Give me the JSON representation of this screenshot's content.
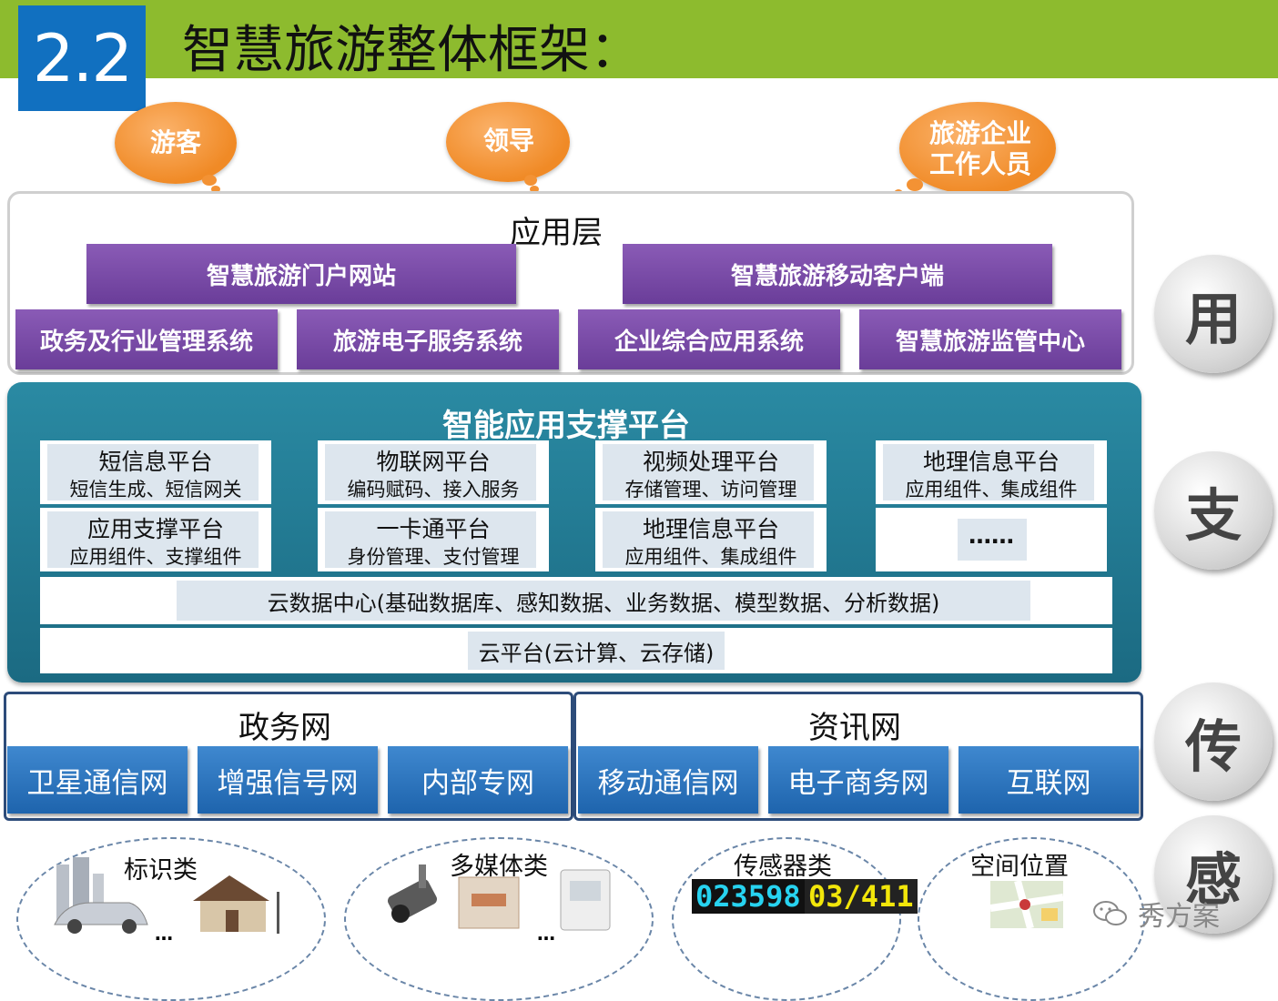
{
  "header": {
    "number": "2.2",
    "title": "智慧旅游整体框架："
  },
  "users": [
    {
      "line1": "游客",
      "line2": ""
    },
    {
      "line1": "领导",
      "line2": ""
    },
    {
      "line1": "旅游企业",
      "line2": "工作人员"
    }
  ],
  "application_layer": {
    "title": "应用层",
    "top_boxes": [
      "智慧旅游门户网站",
      "智慧旅游移动客户端"
    ],
    "bottom_boxes": [
      "政务及行业管理系统",
      "旅游电子服务系统",
      "企业综合应用系统",
      "智慧旅游监管中心"
    ]
  },
  "support_layer": {
    "title": "智能应用支撑平台",
    "cells": [
      {
        "title": "短信息平台",
        "sub": "短信生成、短信网关"
      },
      {
        "title": "物联网平台",
        "sub": "编码赋码、接入服务"
      },
      {
        "title": "视频处理平台",
        "sub": "存储管理、访问管理"
      },
      {
        "title": "地理信息平台",
        "sub": "应用组件、集成组件"
      },
      {
        "title": "应用支撑平台",
        "sub": "应用组件、支撑组件"
      },
      {
        "title": "一卡通平台",
        "sub": "身份管理、支付管理"
      },
      {
        "title": "地理信息平台",
        "sub": "应用组件、集成组件"
      },
      {
        "title": "……",
        "sub": ""
      }
    ],
    "data_center": "云数据中心(基础数据库、感知数据、业务数据、模型数据、分析数据)",
    "cloud_platform": "云平台(云计算、云存储)"
  },
  "network_layer": {
    "gov": {
      "title": "政务网",
      "items": [
        "卫星通信网",
        "增强信号网",
        "内部专网"
      ]
    },
    "info": {
      "title": "资讯网",
      "items": [
        "移动通信网",
        "电子商务网",
        "互联网"
      ]
    }
  },
  "sensing_layer": {
    "categories": [
      "标识类",
      "多媒体类",
      "传感器类",
      "空间位置"
    ],
    "digits": [
      "023598",
      "03/411"
    ]
  },
  "side_labels": [
    "用",
    "支",
    "传",
    "感"
  ],
  "watermark": "秀方案",
  "colors": {
    "header": "#8dbb2e",
    "number_box": "#1170c0",
    "cloud": "#f08a26",
    "purple": "#6a3d99",
    "teal": "#1b6a82",
    "network_blue": "#1e64ad"
  }
}
